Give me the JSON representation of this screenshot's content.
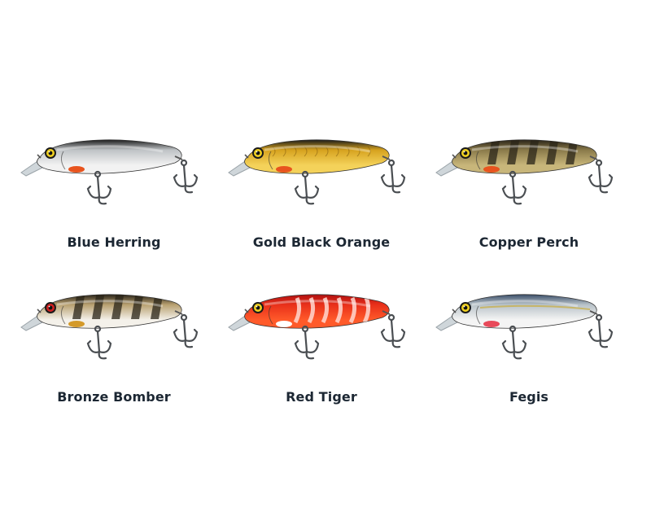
{
  "lures": [
    {
      "name": "Blue Herring",
      "colors": {
        "back": "#1c1c1c",
        "body": "#bfc3c6",
        "belly": "#f2f2f2",
        "spot": "#e8541e",
        "eye": "#f0d020"
      },
      "pattern": "plain"
    },
    {
      "name": "Gold Black Orange",
      "colors": {
        "back": "#1a1a1a",
        "body": "#d6a21e",
        "belly": "#f4d25a",
        "spot": "#e8541e",
        "eye": "#f0d020"
      },
      "pattern": "scales"
    },
    {
      "name": "Copper Perch",
      "colors": {
        "back": "#2a2418",
        "body": "#8a7a4a",
        "belly": "#c8b67a",
        "spot": "#e8541e",
        "eye": "#f0d020"
      },
      "pattern": "bars"
    },
    {
      "name": "Bronze Bomber",
      "colors": {
        "back": "#2a2418",
        "body": "#b8a070",
        "belly": "#f4f1ea",
        "spot": "#d49a2a",
        "eye": "#d02020"
      },
      "pattern": "bars"
    },
    {
      "name": "Red Tiger",
      "colors": {
        "back": "#b01010",
        "body": "#e8301a",
        "belly": "#ff5a2a",
        "spot": "#ffffff",
        "eye": "#f0d020"
      },
      "pattern": "tiger"
    },
    {
      "name": "Fegis",
      "colors": {
        "back": "#3a4e6a",
        "body": "#b8c2c8",
        "belly": "#f4f4f4",
        "spot": "#e84a5a",
        "eye": "#f0d020"
      },
      "pattern": "stripe"
    }
  ]
}
